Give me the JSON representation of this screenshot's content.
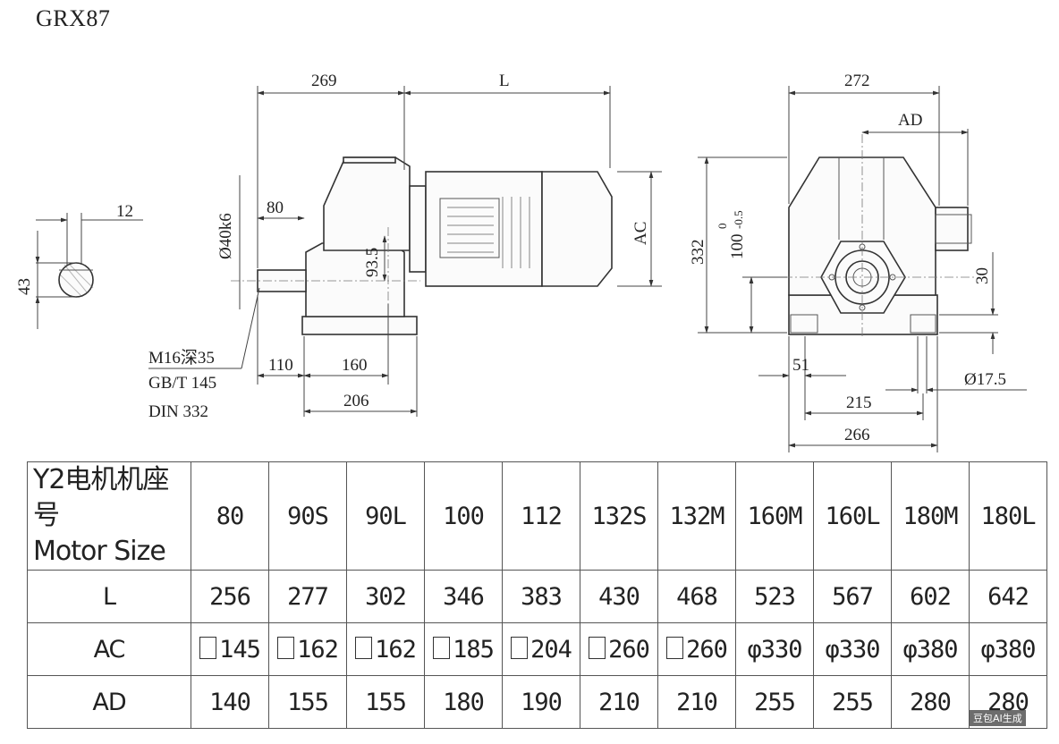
{
  "title": "GRX87",
  "drawing": {
    "shaft_section": {
      "width": "12",
      "height": "43"
    },
    "side_view": {
      "len_269": "269",
      "len_L": "L",
      "shaft_dia": "Ø40k6",
      "len_80": "80",
      "center_93_5": "93.5",
      "ac": "AC",
      "len_110": "110",
      "len_160": "160",
      "len_206": "206",
      "note_1": "M16深35",
      "note_2": "GB/T 145",
      "note_3": "DIN 332"
    },
    "end_view": {
      "len_272": "272",
      "ad": "AD",
      "height_332": "332",
      "height_100": "100",
      "tol_upper": "0",
      "tol_lower": "-0.5",
      "len_30": "30",
      "len_51": "51",
      "hole": "Ø17.5",
      "len_215": "215",
      "len_266": "266"
    }
  },
  "table": {
    "header_cn": "Y2电机机座号",
    "header_en": "Motor Size",
    "sizes": [
      "80",
      "90S",
      "90L",
      "100",
      "112",
      "132S",
      "132M",
      "160M",
      "160L",
      "180M",
      "180L"
    ],
    "rows": [
      {
        "label": "L",
        "values": [
          "256",
          "277",
          "302",
          "346",
          "383",
          "430",
          "468",
          "523",
          "567",
          "602",
          "642"
        ]
      },
      {
        "label": "AC",
        "values": [
          "145",
          "162",
          "162",
          "185",
          "204",
          "260",
          "260",
          "φ330",
          "φ330",
          "φ380",
          "φ380"
        ]
      },
      {
        "label": "AD",
        "values": [
          "140",
          "155",
          "155",
          "180",
          "190",
          "210",
          "210",
          "255",
          "255",
          "280",
          "280"
        ]
      }
    ],
    "ac_square_flags": [
      true,
      true,
      true,
      true,
      true,
      true,
      true,
      false,
      false,
      false,
      false
    ]
  },
  "watermark": "豆包AI生成"
}
